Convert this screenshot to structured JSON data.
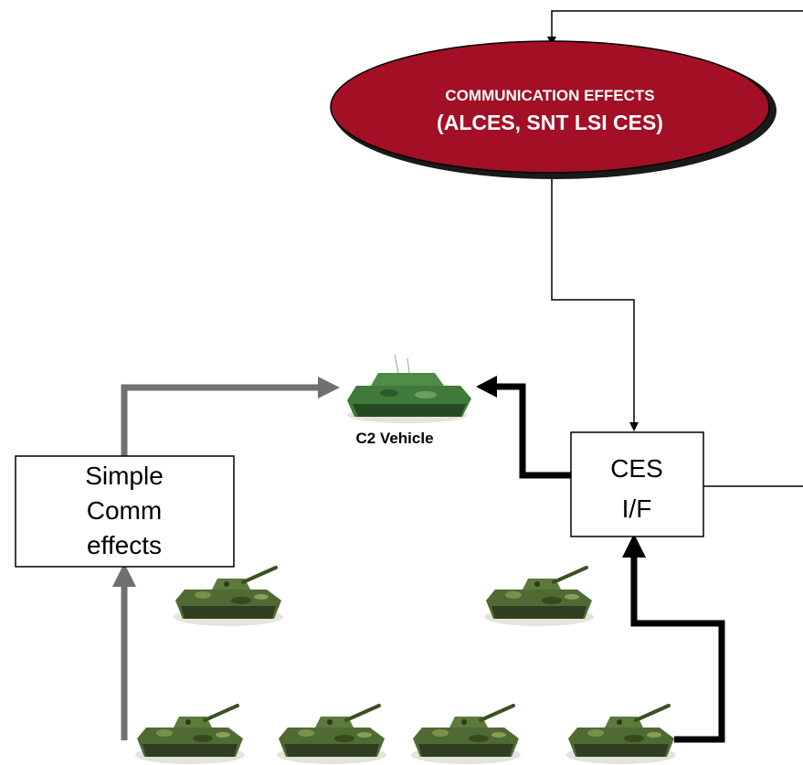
{
  "ellipse": {
    "line1": "COMMUNICATION EFFECTS",
    "line2": "(ALCES, SNT LSI CES)"
  },
  "ces_box": {
    "line1": "CES",
    "line2": "I/F"
  },
  "simple_box": {
    "line1": "Simple",
    "line2": "Comm",
    "line3": "effects"
  },
  "c2_vehicle_label": "C2 Vehicle",
  "colors": {
    "ellipse_fill": "#a30f24",
    "ellipse_shadow": "#1a1a1a",
    "gray_arrow": "#707070",
    "black_arrow": "#000000",
    "tank_body": "#4f6a33",
    "c2_body": "#3f7a3a"
  }
}
